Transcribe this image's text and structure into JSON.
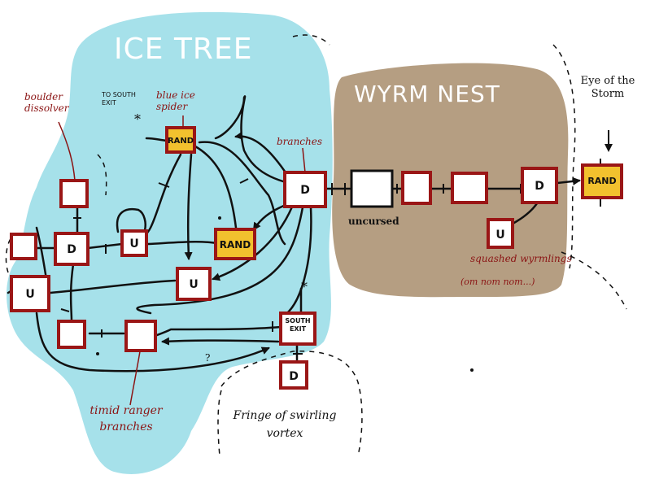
{
  "regions": {
    "ice_tree": {
      "title": "ICE TREE",
      "color": "#a6e1ea"
    },
    "wyrm_nest": {
      "title": "WYRM NEST",
      "color": "#b59e82"
    }
  },
  "nodes": {
    "rand_top": "RAND",
    "rand_mid": "RAND",
    "rand_storm": "RAND",
    "d_branches": "D",
    "d_left": "D",
    "d_wyrm": "D",
    "d_bottom": "D",
    "u_left": "U",
    "u_mid": "U",
    "u_center": "U",
    "u_wyrm": "U",
    "south_exit": "SOUTH EXIT"
  },
  "annotations": {
    "boulder": "boulder dissolver",
    "blue_spider": "blue ice spider",
    "to_south_exit": "TO SOUTH EXIT",
    "branches": "branches",
    "uncursed": "uncursed",
    "squashed": "squashed wyrmlings",
    "om_nom": "(om nom nom...)",
    "eye_storm": "Eye of the Storm",
    "timid_ranger": "timid ranger branches",
    "fringe": "Fringe of swirling vortex",
    "question": "?",
    "star_top": "*",
    "star_south": "*"
  },
  "colors": {
    "room_fill": "#ffffff",
    "room_red": "#9a1616",
    "rand_fill": "#f2c12e",
    "ink": "#111111"
  }
}
